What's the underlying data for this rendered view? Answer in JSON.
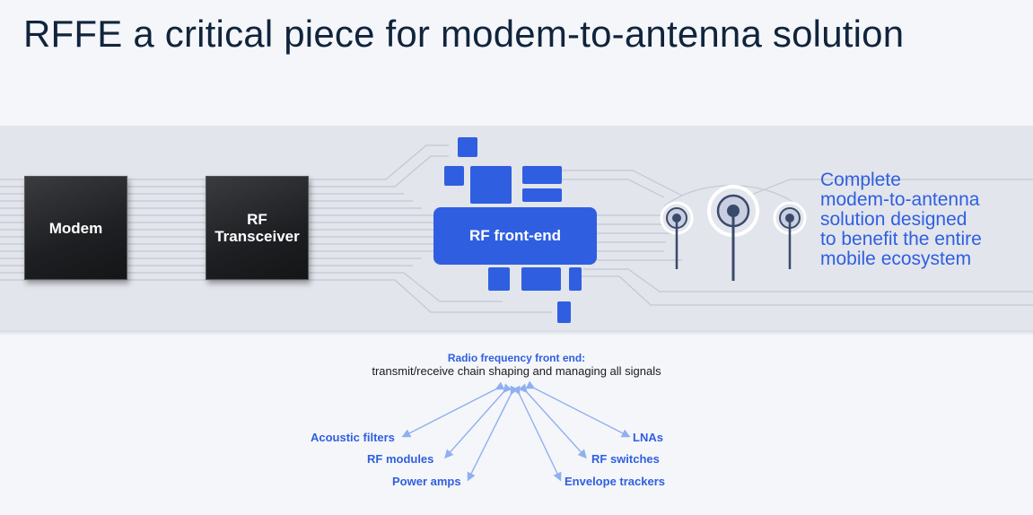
{
  "slide": {
    "title": "RFFE a critical piece for modem-to-antenna solution"
  },
  "diagram": {
    "modem_label": "Modem",
    "rf_transceiver_label": [
      "RF",
      "Transceiver"
    ],
    "rf_frontend_label": "RF front-end",
    "description_lines": [
      "Complete",
      "modem-to-antenna",
      "solution designed",
      "to benefit the entire",
      "mobile ecosystem"
    ]
  },
  "note": {
    "title": "Radio frequency front end:",
    "subtitle": "transmit/receive chain shaping and managing all signals"
  },
  "components": {
    "acoustic_filters": "Acoustic filters",
    "rf_modules": "RF modules",
    "power_amps": "Power amps",
    "envelope_trackers": "Envelope trackers",
    "rf_switches": "RF switches",
    "lnas": "LNAs"
  },
  "colors": {
    "accent": "#2f5fe0",
    "title": "#10243c",
    "band": "#e3e5ec",
    "arrow": "#8fb0f0"
  }
}
